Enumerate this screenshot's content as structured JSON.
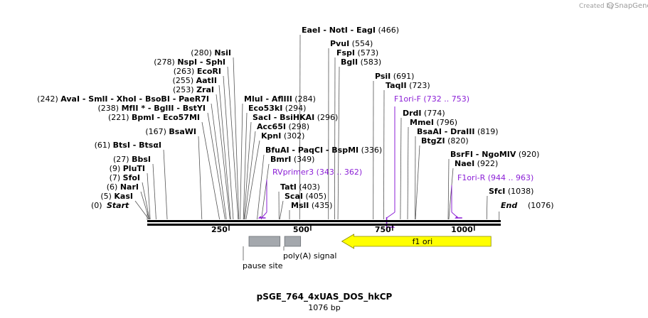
{
  "credit": {
    "prefix": "Created by",
    "brand": "SnapGene"
  },
  "plasmid": {
    "name": "pSGE_764_4xUAS_DOS_hkCP",
    "length_label": "1076 bp",
    "length": 1076
  },
  "ends": {
    "start": {
      "pos": "(0)",
      "name": "Start"
    },
    "end": {
      "pos": "(1076)",
      "name": "End"
    }
  },
  "ticks": [
    {
      "value": 250,
      "label": "250"
    },
    {
      "value": 500,
      "label": "500"
    },
    {
      "value": 750,
      "label": "750"
    },
    {
      "value": 1000,
      "label": "1000"
    }
  ],
  "sites": [
    {
      "pos": 5,
      "pos_label": "(5)",
      "names": "KasI"
    },
    {
      "pos": 6,
      "pos_label": "(6)",
      "names": "NarI"
    },
    {
      "pos": 7,
      "pos_label": "(7)",
      "names": "SfoI"
    },
    {
      "pos": 9,
      "pos_label": "(9)",
      "names": "PluTI"
    },
    {
      "pos": 27,
      "pos_label": "(27)",
      "names": "BbsI"
    },
    {
      "pos": 61,
      "pos_label": "(61)",
      "names": "BtsI - BtsαI"
    },
    {
      "pos": 167,
      "pos_label": "(167)",
      "names": "BsaWI"
    },
    {
      "pos": 221,
      "pos_label": "(221)",
      "names": "BpmI - Eco57MI"
    },
    {
      "pos": 238,
      "pos_label": "(238)",
      "names": "MfII * - BglII - BstYI"
    },
    {
      "pos": 242,
      "pos_label": "(242)",
      "names": "AvaI - SmlI - XhoI - BsoBI - PaeR7I"
    },
    {
      "pos": 253,
      "pos_label": "(253)",
      "names": "ZraI"
    },
    {
      "pos": 255,
      "pos_label": "(255)",
      "names": "AatII"
    },
    {
      "pos": 263,
      "pos_label": "(263)",
      "names": "EcoRI"
    },
    {
      "pos": 278,
      "pos_label": "(278)",
      "names": "NspI - SphI"
    },
    {
      "pos": 280,
      "pos_label": "(280)",
      "names": "NsiI"
    },
    {
      "pos": 284,
      "pos_label": "(284)",
      "names": "MluI - AflIII"
    },
    {
      "pos": 294,
      "pos_label": "(294)",
      "names": "Eco53kI"
    },
    {
      "pos": 296,
      "pos_label": "(296)",
      "names": "SacI - BsiHKAI"
    },
    {
      "pos": 298,
      "pos_label": "(298)",
      "names": "Acc65I"
    },
    {
      "pos": 302,
      "pos_label": "(302)",
      "names": "KpnI"
    },
    {
      "pos": 336,
      "pos_label": "(336)",
      "names": "BfuAI - PaqCI - BspMI"
    },
    {
      "pos": 349,
      "pos_label": "(349)",
      "names": "BmrI"
    },
    {
      "pos": 403,
      "pos_label": "(403)",
      "names": "TatI"
    },
    {
      "pos": 405,
      "pos_label": "(405)",
      "names": "ScaI"
    },
    {
      "pos": 435,
      "pos_label": "(435)",
      "names": "MslI"
    },
    {
      "pos": 466,
      "pos_label": "(466)",
      "names": "EaeI - NotI - EagI"
    },
    {
      "pos": 554,
      "pos_label": "(554)",
      "names": "PvuI"
    },
    {
      "pos": 573,
      "pos_label": "(573)",
      "names": "FspI"
    },
    {
      "pos": 583,
      "pos_label": "(583)",
      "names": "BglI"
    },
    {
      "pos": 691,
      "pos_label": "(691)",
      "names": "PsiI"
    },
    {
      "pos": 723,
      "pos_label": "(723)",
      "names": "TaqII"
    },
    {
      "pos": 774,
      "pos_label": "(774)",
      "names": "DrdI"
    },
    {
      "pos": 796,
      "pos_label": "(796)",
      "names": "MmeI"
    },
    {
      "pos": 819,
      "pos_label": "(819)",
      "names": "BsaAI - DraIII"
    },
    {
      "pos": 820,
      "pos_label": "(820)",
      "names": "BtgZI"
    },
    {
      "pos": 920,
      "pos_label": "(920)",
      "names": "BsrFI - NgoMIV"
    },
    {
      "pos": 922,
      "pos_label": "(922)",
      "names": "NaeI"
    },
    {
      "pos": 1038,
      "pos_label": "(1038)",
      "names": "SfcI"
    }
  ],
  "primers": [
    {
      "name": "RVprimer3",
      "range": "(343 .. 362)",
      "start": 343,
      "end": 362,
      "direction": "reverse"
    },
    {
      "name": "F1ori-F",
      "range": "(732 .. 753)",
      "start": 732,
      "end": 753,
      "direction": "forward"
    },
    {
      "name": "F1ori-R",
      "range": "(944 .. 963)",
      "start": 944,
      "end": 963,
      "direction": "reverse"
    }
  ],
  "features": [
    {
      "name": "pause site",
      "start": 311,
      "end": 406,
      "type": "misc",
      "color": "#a4a8ad"
    },
    {
      "name": "poly(A) signal",
      "start": 420,
      "end": 469,
      "type": "polyA",
      "color": "#a4a8ad"
    },
    {
      "name": "f1 ori",
      "start": 595,
      "end": 1051,
      "type": "rep_origin",
      "direction": "reverse",
      "color": "#ffff00"
    }
  ],
  "colors": {
    "primer": "#8b1fd6",
    "feature_gray": "#a4a8ad",
    "f1ori": "#ffff00",
    "f1ori_border": "#8a8a00"
  }
}
